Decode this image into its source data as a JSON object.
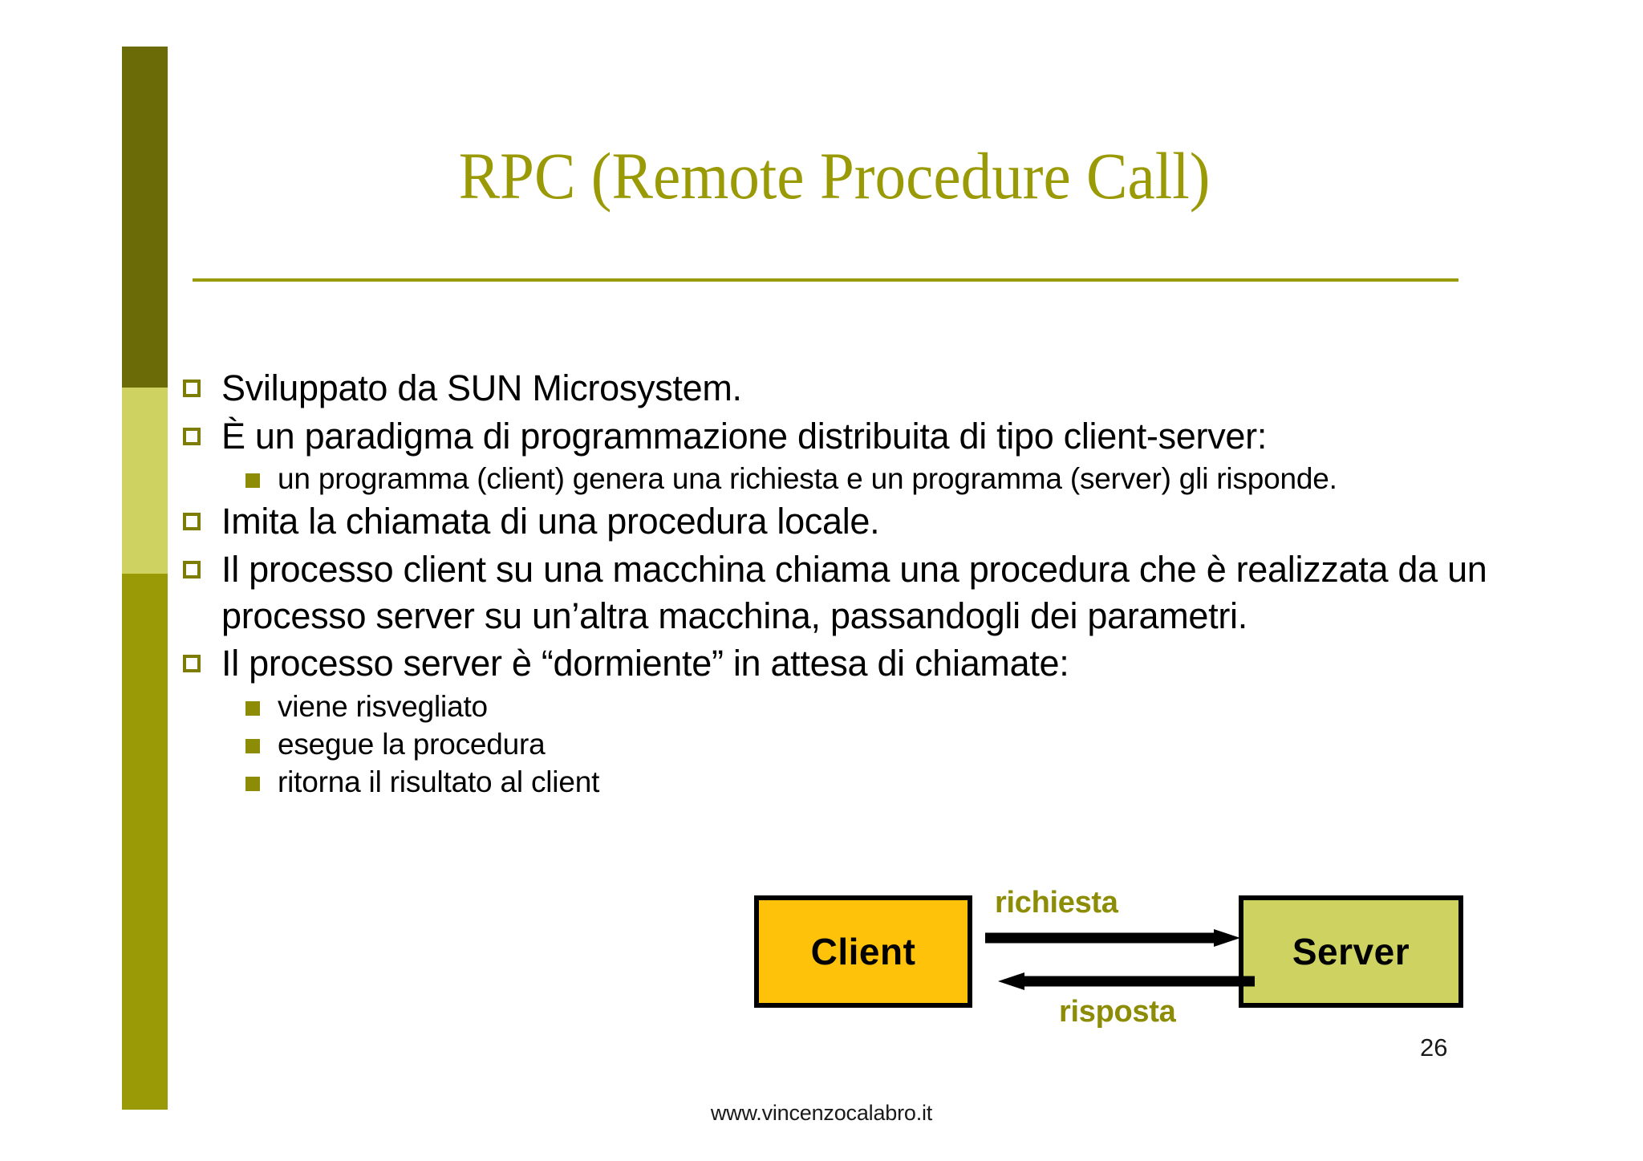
{
  "slide": {
    "title": "RPC (Remote Procedure Call)",
    "page_number": "26",
    "footer_url": "www.vincenzocalabro.it",
    "accent_colors": {
      "title": "#9a9a06",
      "sidebar_top": "#6b6b08",
      "sidebar_middle": "#cdd261",
      "sidebar_bottom": "#9a9a06",
      "bullet_level1": "#7d7d06",
      "bullet_level2": "#8c8c06",
      "client_box": "#ffc20a",
      "server_box": "#cdd261",
      "label": "#8c8c06"
    }
  },
  "bullets": [
    {
      "level": 1,
      "text": "Sviluppato da SUN Microsystem."
    },
    {
      "level": 1,
      "text": "È un paradigma di programmazione distribuita di tipo client-server:",
      "children": [
        {
          "level": 2,
          "text": "un programma (client) genera una richiesta e un programma (server) gli risponde."
        }
      ]
    },
    {
      "level": 1,
      "text": "Imita la chiamata di una procedura locale."
    },
    {
      "level": 1,
      "text": "Il processo client su una macchina chiama una procedura che è realizzata da un processo server su un’altra macchina, passandogli dei parametri."
    },
    {
      "level": 1,
      "text": "Il processo server è “dormiente” in attesa di chiamate:",
      "children": [
        {
          "level": 2,
          "text": "viene risvegliato"
        },
        {
          "level": 2,
          "text": "esegue la procedura"
        },
        {
          "level": 2,
          "text": "ritorna il risultato al client"
        }
      ]
    }
  ],
  "diagram": {
    "client_label": "Client",
    "server_label": "Server",
    "request_label": "richiesta",
    "response_label": "risposta"
  }
}
